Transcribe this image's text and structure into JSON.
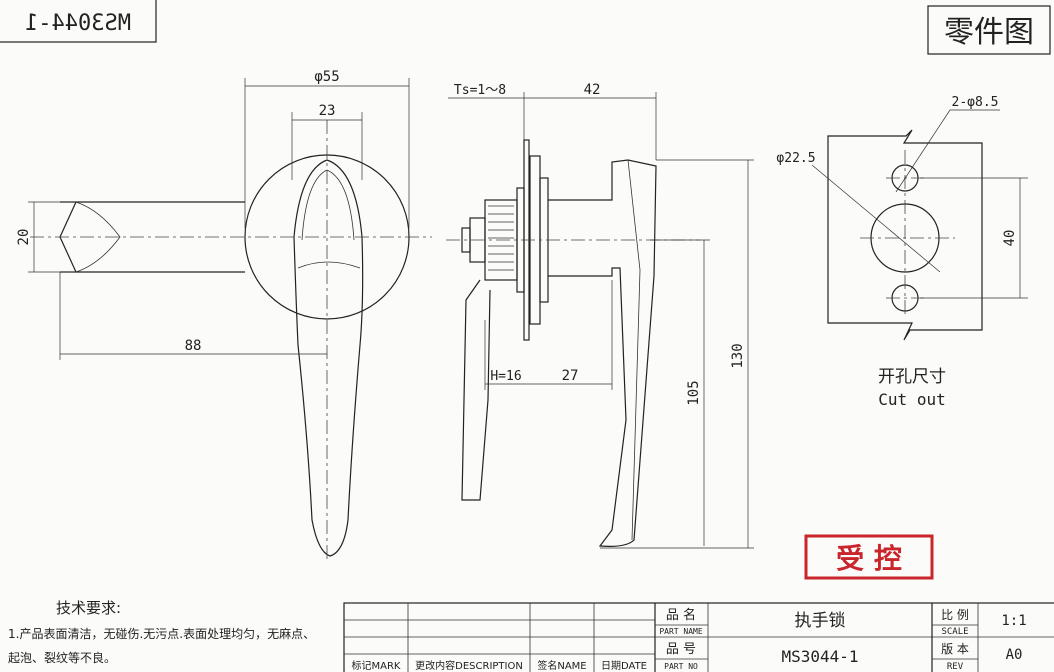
{
  "drawing": {
    "mirrored_part_no": "MS3044-1",
    "doc_type": "零件图",
    "front_view": {
      "d_outer": "φ55",
      "d_inner": "23",
      "height": "20",
      "length": "88"
    },
    "side_view": {
      "ts": "Ts=1～8",
      "depth": "42",
      "h": "H=16",
      "offset": "27",
      "len_mid": "105",
      "len_total": "130"
    },
    "cutout": {
      "holes": "2-φ8.5",
      "center_hole": "φ22.5",
      "spacing": "40",
      "title_cn": "开孔尺寸",
      "title_en": "Cut out"
    },
    "stamp": "受 控",
    "tech": {
      "title": "技术要求:",
      "line1": "1.产品表面清洁，无碰伤.无污点.表面处理均匀，无麻点、",
      "line2": "起泡、裂纹等不良。"
    },
    "title_block": {
      "part_name_cn": "品 名",
      "part_name_en": "PART NAME",
      "part_name_val": "执手锁",
      "part_no_cn": "品 号",
      "part_no_en": "PART NO",
      "part_no_val": "MS3044-1",
      "scale_cn": "比 例",
      "scale_en": "SCALE",
      "scale_val": "1:1",
      "rev_cn": "版 本",
      "rev_en": "REV",
      "rev_val": "A0",
      "col_mark": "标记MARK",
      "col_desc": "更改内容DESCRIPTION",
      "col_name": "签名NAME",
      "col_date": "日期DATE"
    }
  }
}
